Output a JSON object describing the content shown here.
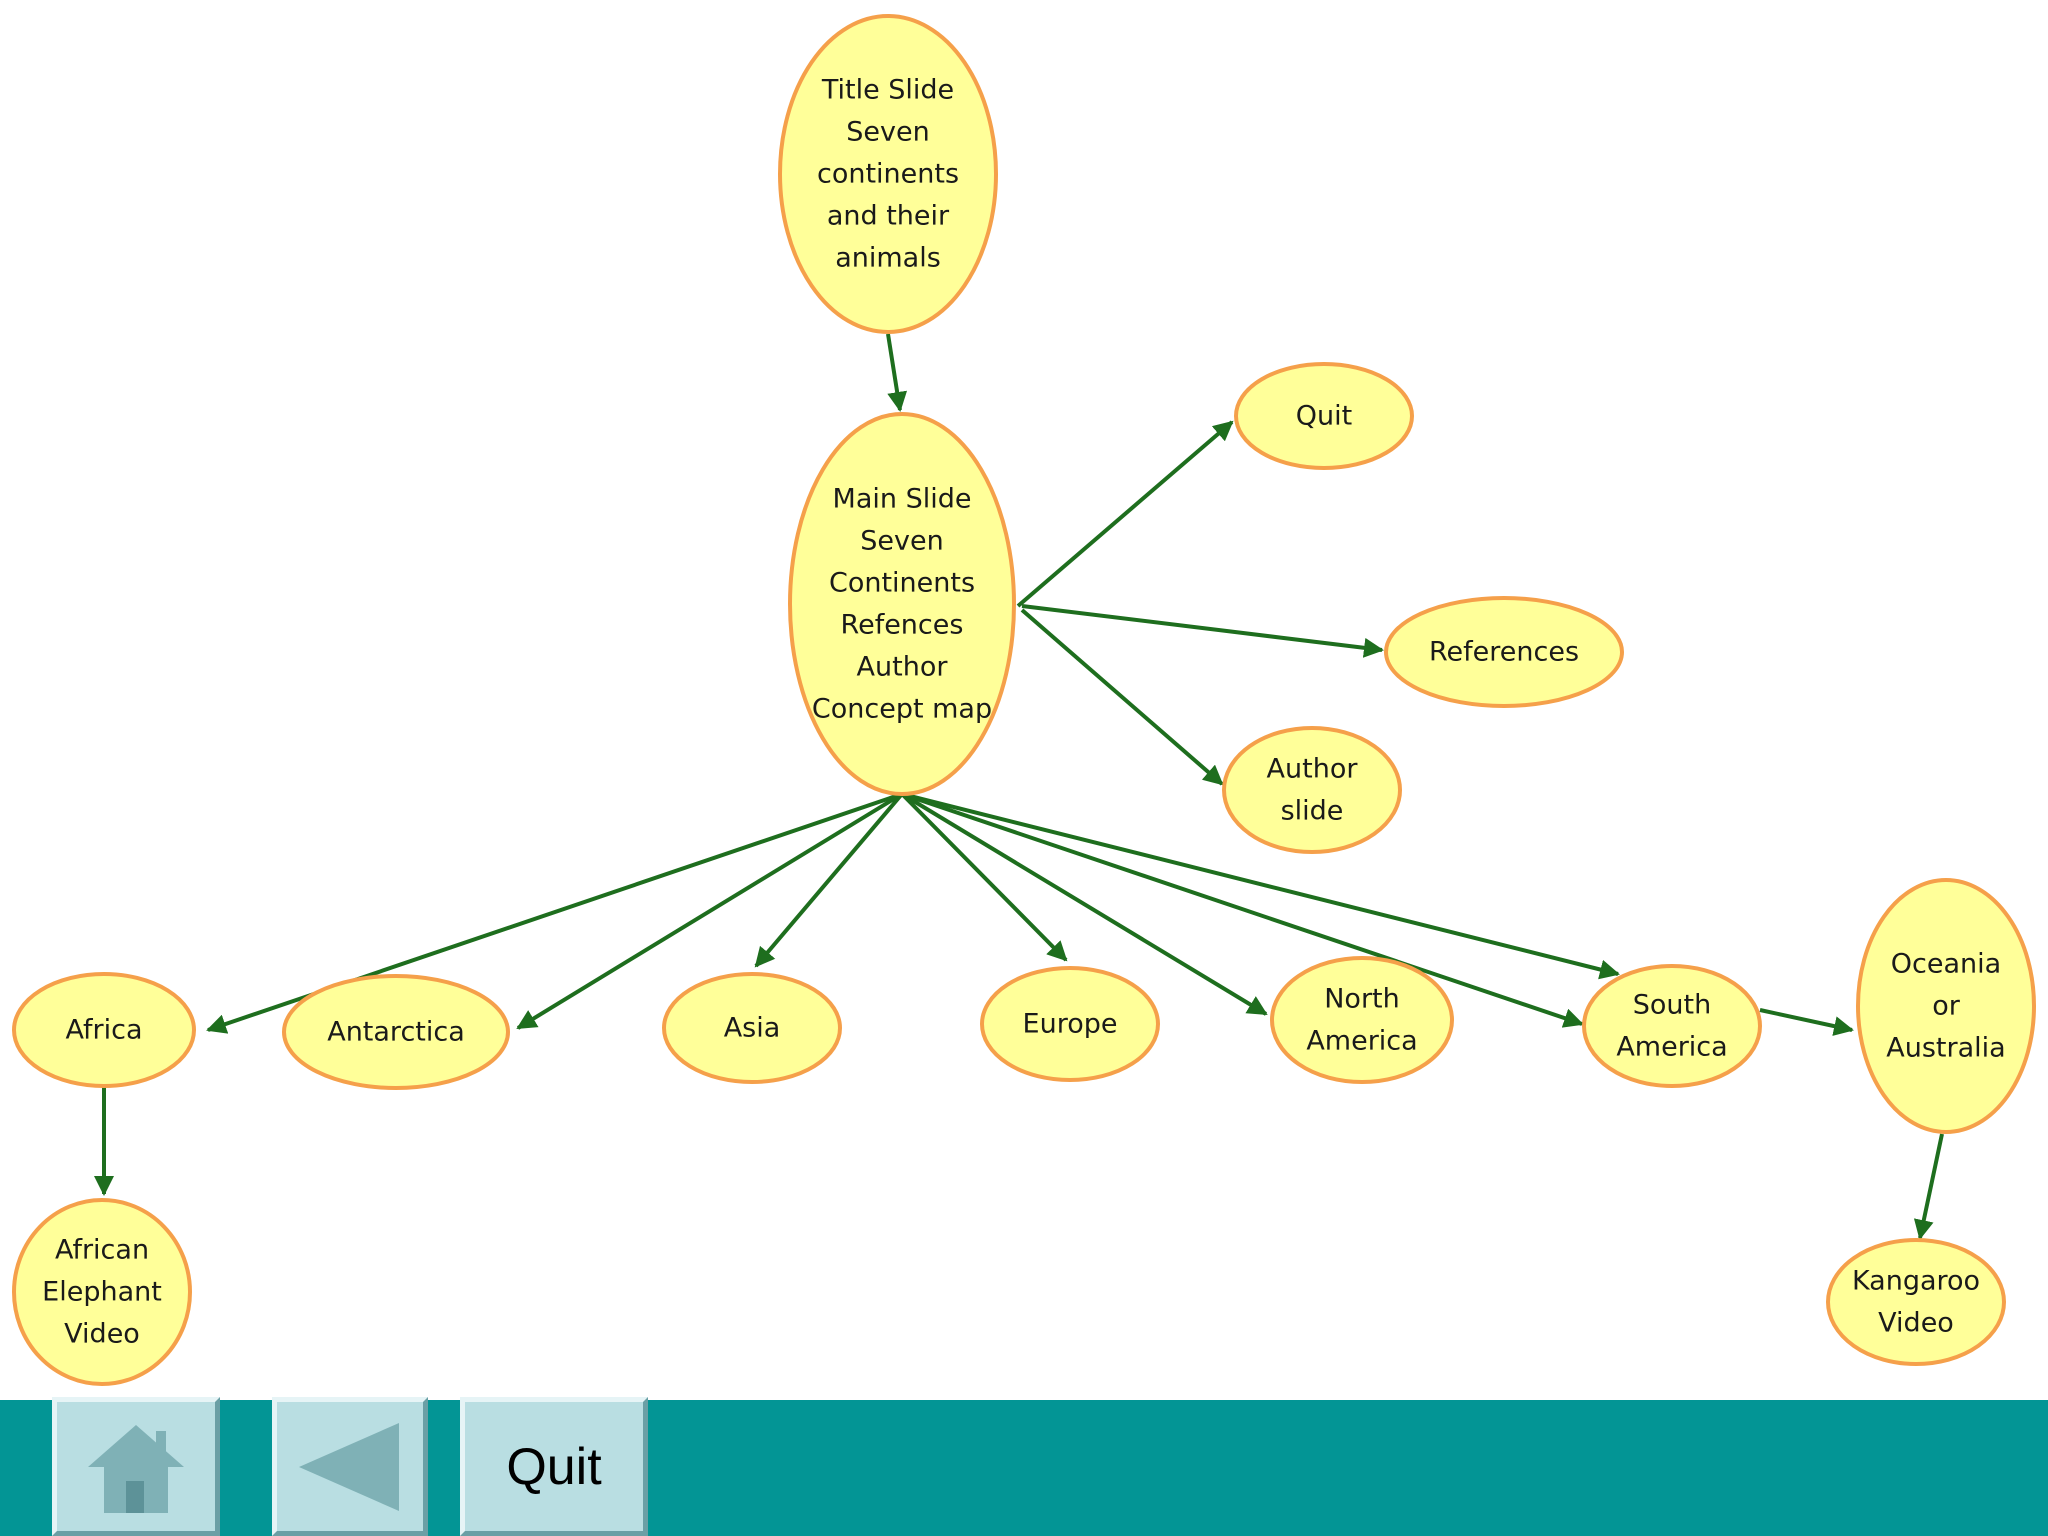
{
  "diagram": {
    "nodes": [
      {
        "id": "title",
        "lines": [
          "Title Slide",
          "Seven",
          "continents",
          "and their",
          "animals"
        ]
      },
      {
        "id": "main",
        "lines": [
          "Main Slide",
          "Seven",
          "Continents",
          "Refences",
          "Author",
          "Concept map"
        ]
      },
      {
        "id": "quit",
        "lines": [
          "Quit"
        ]
      },
      {
        "id": "references",
        "lines": [
          "References"
        ]
      },
      {
        "id": "author",
        "lines": [
          "Author",
          "slide"
        ]
      },
      {
        "id": "africa",
        "lines": [
          "Africa"
        ]
      },
      {
        "id": "antarctica",
        "lines": [
          "Antarctica"
        ]
      },
      {
        "id": "asia",
        "lines": [
          "Asia"
        ]
      },
      {
        "id": "europe",
        "lines": [
          "Europe"
        ]
      },
      {
        "id": "north_america",
        "lines": [
          "North",
          "America"
        ]
      },
      {
        "id": "south_america",
        "lines": [
          "South",
          "America"
        ]
      },
      {
        "id": "oceania",
        "lines": [
          "Oceania",
          "or",
          "Australia"
        ]
      },
      {
        "id": "elephant",
        "lines": [
          "African",
          "Elephant",
          "Video"
        ]
      },
      {
        "id": "kangaroo",
        "lines": [
          "Kangaroo",
          "Video"
        ]
      }
    ],
    "edges": [
      {
        "from": "title",
        "to": "main"
      },
      {
        "from": "main",
        "to": "quit"
      },
      {
        "from": "main",
        "to": "references"
      },
      {
        "from": "main",
        "to": "author"
      },
      {
        "from": "main",
        "to": "africa"
      },
      {
        "from": "main",
        "to": "antarctica"
      },
      {
        "from": "main",
        "to": "asia"
      },
      {
        "from": "main",
        "to": "europe"
      },
      {
        "from": "main",
        "to": "north_america"
      },
      {
        "from": "main",
        "to": "south_america"
      },
      {
        "from": "main",
        "to": "oceania"
      },
      {
        "from": "africa",
        "to": "elephant"
      },
      {
        "from": "oceania",
        "to": "kangaroo"
      }
    ],
    "colors": {
      "node_fill": "#ffff99",
      "node_stroke": "#f5a04a",
      "edge": "#1e6e1e"
    }
  },
  "navbar": {
    "home_icon": "house-icon",
    "back_icon": "back-arrow-icon",
    "quit_label": "Quit"
  }
}
